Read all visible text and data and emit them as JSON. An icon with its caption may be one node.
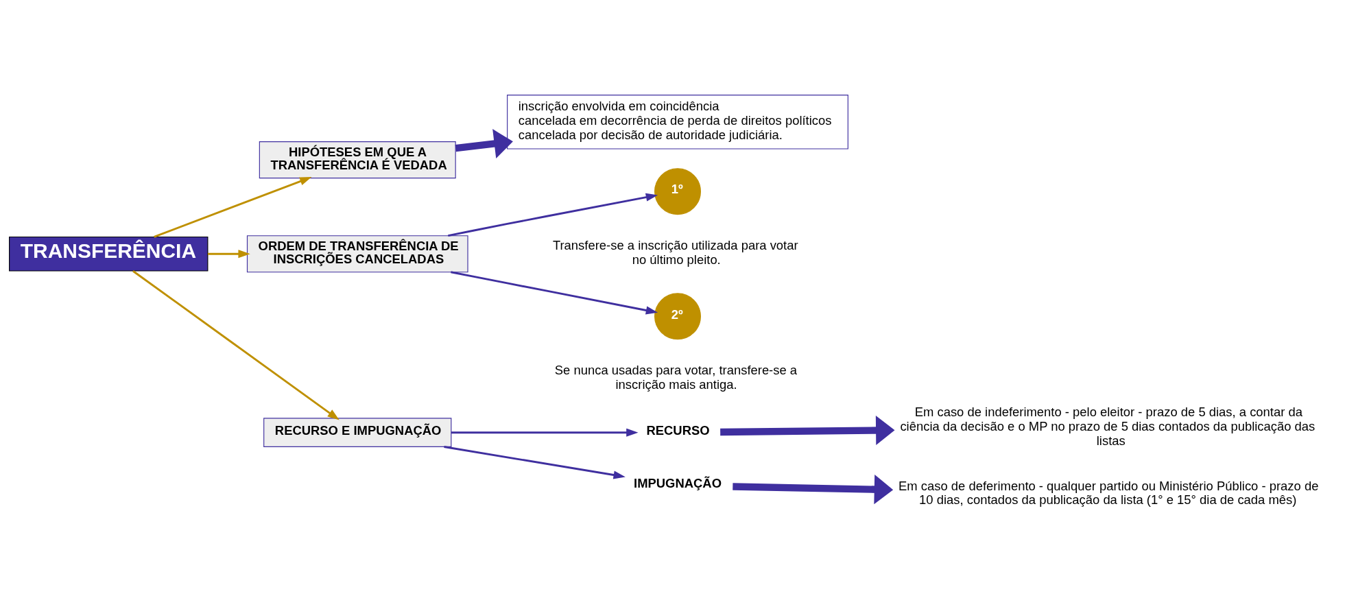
{
  "diagram": {
    "nodes": [
      {
        "text": [
          "TRANSFERÊNCIA"
        ]
      },
      {
        "text": [
          "HIPÓTESES EM QUE A TRANSFERÊNCIA É VEDADA"
        ]
      },
      {
        "text": [
          "inscrição envolvida em coincidência",
          "cancelada em decorrência de perda de direitos políticos",
          "cancelada por decisão de autoridade judiciária."
        ]
      },
      {
        "text": [
          "ORDEM DE TRANSFERÊNCIA DE INSCRIÇÕES CANCELADAS"
        ]
      },
      {
        "text": [
          "1º"
        ],
        "beside": [
          "Transfere-se a inscrição utilizada para votar no último pleito."
        ]
      },
      {
        "text": [
          "2º"
        ],
        "beside": [
          "Se nunca usadas para votar, transfere-se a inscrição mais antiga."
        ]
      },
      {
        "text": [
          "RECURSO E IMPUGNAÇÃO"
        ]
      },
      {
        "text": [
          "RECURSO"
        ]
      },
      {
        "text": [
          "Em caso de indeferimento - pelo eleitor - prazo de 5 dias, a contar da ciência da decisão e o MP no prazo de 5 dias contados da publicação das listas"
        ]
      },
      {
        "text": [
          "IMPUGNAÇÃO"
        ]
      },
      {
        "text": [
          "Em caso de deferimento - qualquer partido ou Ministério Público - prazo de 10 dias, contados da publicação da lista (1° e 15° dia de cada mês)"
        ]
      }
    ],
    "edges": [
      {
        "from": 0,
        "to": 1,
        "arrow": "to",
        "color": "#bf9000"
      },
      {
        "from": 1,
        "to": 2,
        "arrow": "to",
        "style": "thick"
      },
      {
        "from": 0,
        "to": 3,
        "arrow": "to",
        "color": "#bf9000"
      },
      {
        "from": 3,
        "to": 4,
        "arrow": "to"
      },
      {
        "from": 3,
        "to": 5,
        "arrow": "to"
      },
      {
        "from": 0,
        "to": 6,
        "arrow": "to",
        "color": "#bf9000"
      },
      {
        "from": 6,
        "to": 7,
        "arrow": "to"
      },
      {
        "from": 7,
        "to": 8,
        "arrow": "to",
        "style": "thick"
      },
      {
        "from": 6,
        "to": 9,
        "arrow": "to"
      },
      {
        "from": 9,
        "to": 10,
        "arrow": "to",
        "style": "thick"
      }
    ]
  }
}
